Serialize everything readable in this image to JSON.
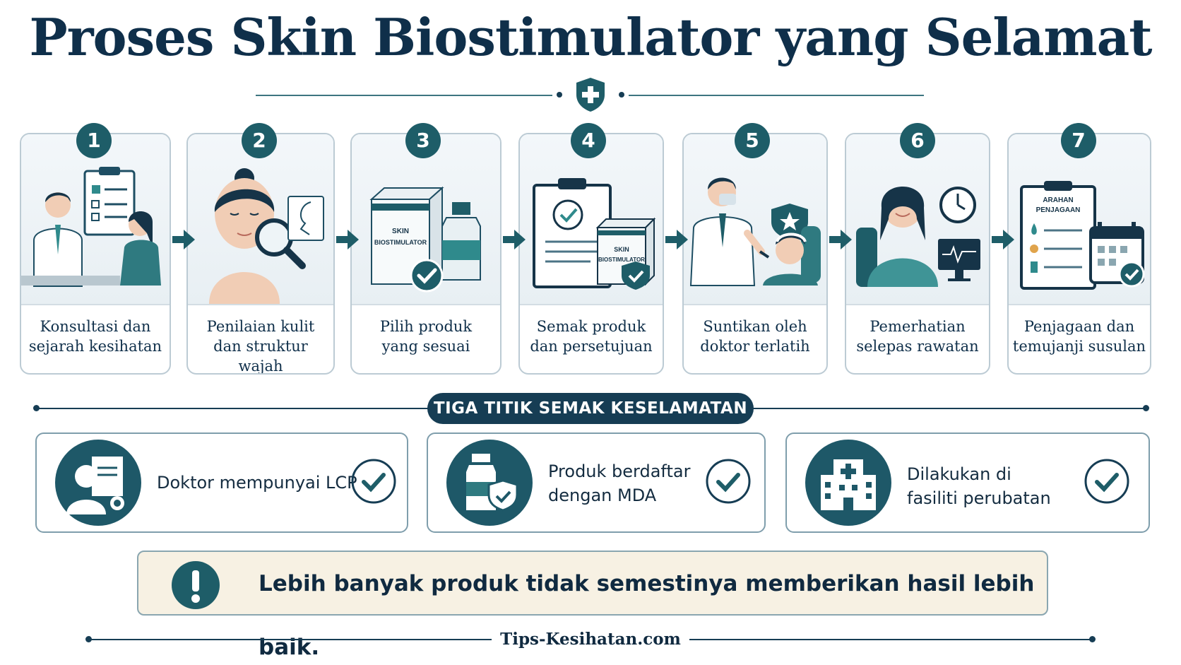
{
  "title": "Proses Skin Biostimulator yang Selamat",
  "steps": [
    {
      "number": "1",
      "line1": "Konsultasi dan",
      "line2": "sejarah kesihatan",
      "icon": "doctor-consultation-icon"
    },
    {
      "number": "2",
      "line1": "Penilaian kulit",
      "line2": "dan struktur wajah",
      "icon": "face-assessment-icon"
    },
    {
      "number": "3",
      "line1": "Pilih produk",
      "line2": "yang sesuai",
      "icon": "product-selection-icon",
      "box_text1": "SKIN",
      "box_text2": "BIOSTIMULATOR"
    },
    {
      "number": "4",
      "line1": "Semak produk",
      "line2": "dan persetujuan",
      "icon": "consent-form-icon",
      "box_text1": "SKIN",
      "box_text2": "BIOSTIMULATOR"
    },
    {
      "number": "5",
      "line1": "Suntikan oleh",
      "line2": "doktor terlatih",
      "icon": "injection-icon"
    },
    {
      "number": "6",
      "line1": "Pemerhatian",
      "line2": "selepas rawatan",
      "icon": "observation-icon"
    },
    {
      "number": "7",
      "line1": "Penjagaan dan",
      "line2": "temujanji susulan",
      "icon": "aftercare-icon",
      "board_text1": "ARAHAN",
      "board_text2": "PENJAGAAN"
    }
  ],
  "checkpoints_title": "TIGA TITIK SEMAK KESELAMATAN",
  "checkpoints": [
    {
      "line1": "Doktor mempunyai LCP",
      "line2": "",
      "icon": "doctor-certificate-icon"
    },
    {
      "line1": "Produk berdaftar",
      "line2": "dengan MDA",
      "icon": "registered-product-icon"
    },
    {
      "line1": "Dilakukan di",
      "line2": "fasiliti perubatan",
      "icon": "hospital-icon"
    }
  ],
  "warning": {
    "text": "Lebih banyak produk tidak semestinya memberikan hasil lebih baik.",
    "icon": "exclamation-icon"
  },
  "footer": "Tips-Kesihatan.com",
  "colors": {
    "primary": "#1e5d68",
    "navy": "#0f2f4a",
    "accent": "#2f8a8c",
    "warning_bg": "#f7f1e3"
  }
}
